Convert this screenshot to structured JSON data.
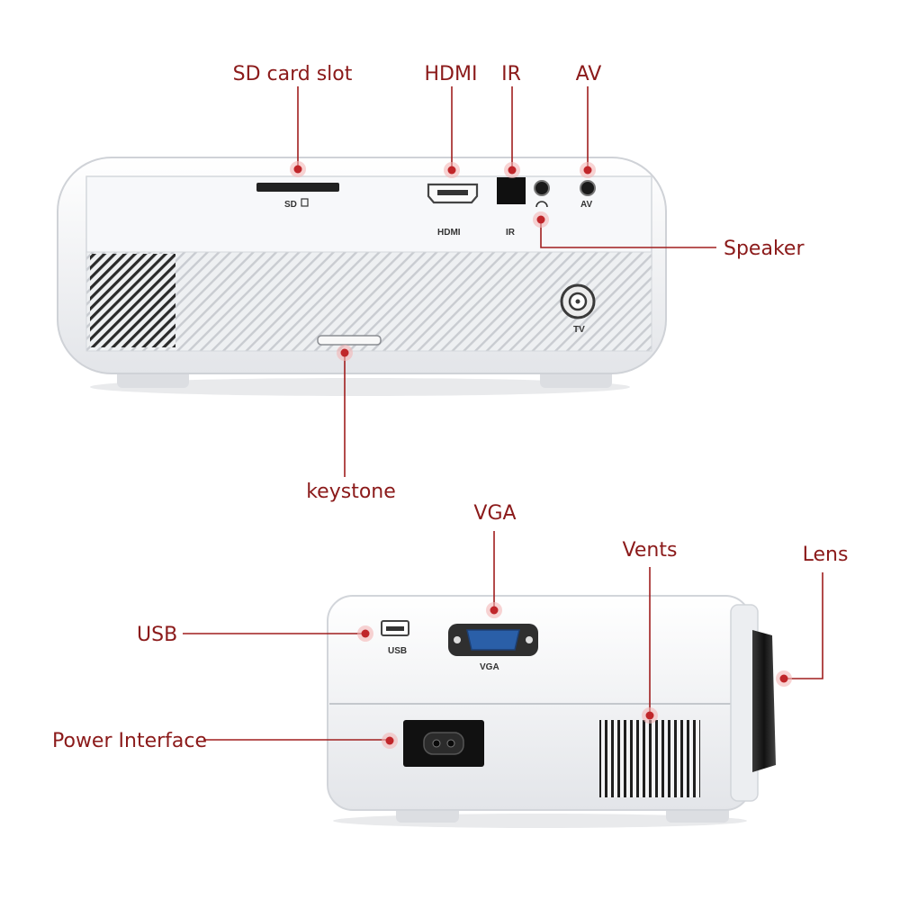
{
  "colors": {
    "callout_text": "#8b1a1a",
    "leader_line": "#a01e1e",
    "marker_dot": "#c0262a",
    "body_white": "#f4f5f7",
    "panel_grey": "#e6e8eb"
  },
  "callouts": {
    "sd_card_slot": "SD card slot",
    "hdmi": "HDMI",
    "ir": "IR",
    "av": "AV",
    "speaker": "Speaker",
    "keystone": "keystone",
    "vga": "VGA",
    "vents": "Vents",
    "lens": "Lens",
    "usb": "USB",
    "power_interface": "Power Interface"
  },
  "port_labels": {
    "sd": "SD",
    "hdmi": "HDMI",
    "ir": "IR",
    "av": "AV",
    "tv": "TV",
    "usb": "USB",
    "vga": "VGA"
  }
}
